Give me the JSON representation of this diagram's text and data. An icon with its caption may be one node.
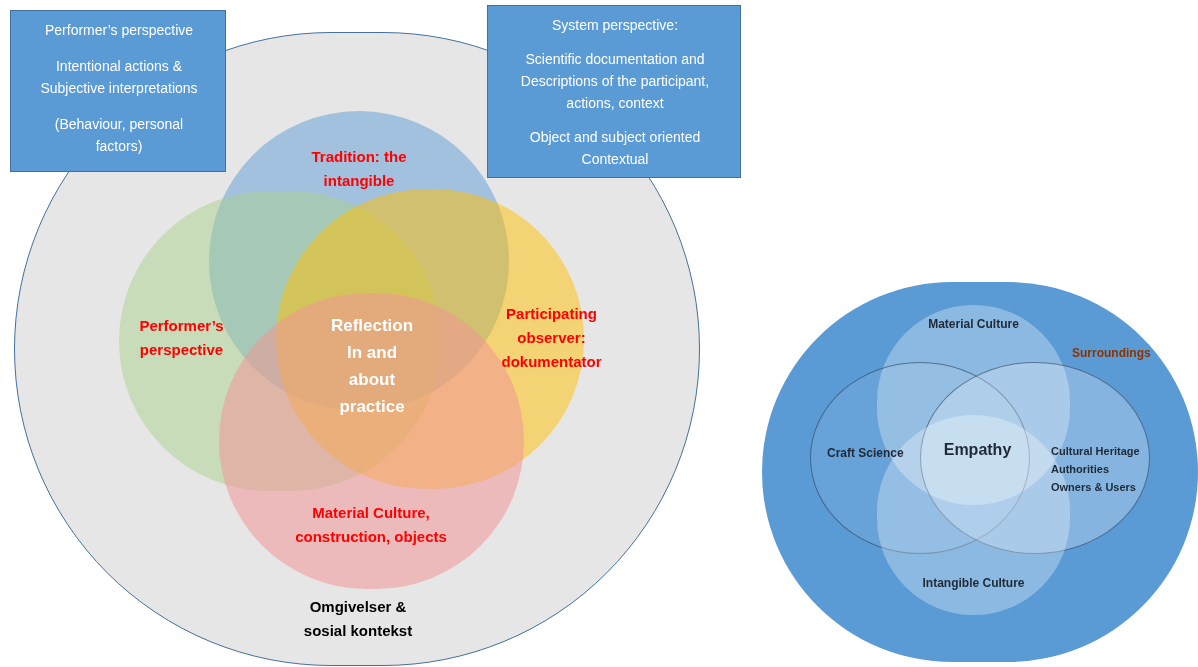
{
  "diagram": {
    "nodes": [
      {
        "text": [
          "Omgivelser & sosial kontekst"
        ]
      },
      {
        "text": [
          "Performer’s perspective",
          "Intentional actions & Subjective interpretations",
          "(Behaviour, personal factors)"
        ]
      },
      {
        "text": [
          "System perspective:",
          "Scientific documentation and Descriptions of the participant, actions, context",
          "Object and subject oriented Contextual"
        ]
      },
      {
        "text": [
          "Tradition: the intangible"
        ],
        "in": 0
      },
      {
        "text": [
          "Performer’s perspective"
        ],
        "in": 0
      },
      {
        "text": [
          "Participating observer: dokumentator"
        ],
        "in": 0
      },
      {
        "text": [
          "Material Culture, construction, objects"
        ],
        "in": 0
      },
      {
        "text": [
          "Surroundings"
        ]
      },
      {
        "text": [
          "Material Culture"
        ],
        "in": 7
      },
      {
        "text": [
          "Craft Science"
        ],
        "in": 7
      },
      {
        "text": [
          "Cultural Heritage Authorities Owners & Users"
        ],
        "in": 7
      },
      {
        "text": [
          "Intangible Culture"
        ],
        "in": 7
      }
    ],
    "edges": [],
    "labels": [
      "Reflection In and about practice",
      "Empathy"
    ]
  }
}
